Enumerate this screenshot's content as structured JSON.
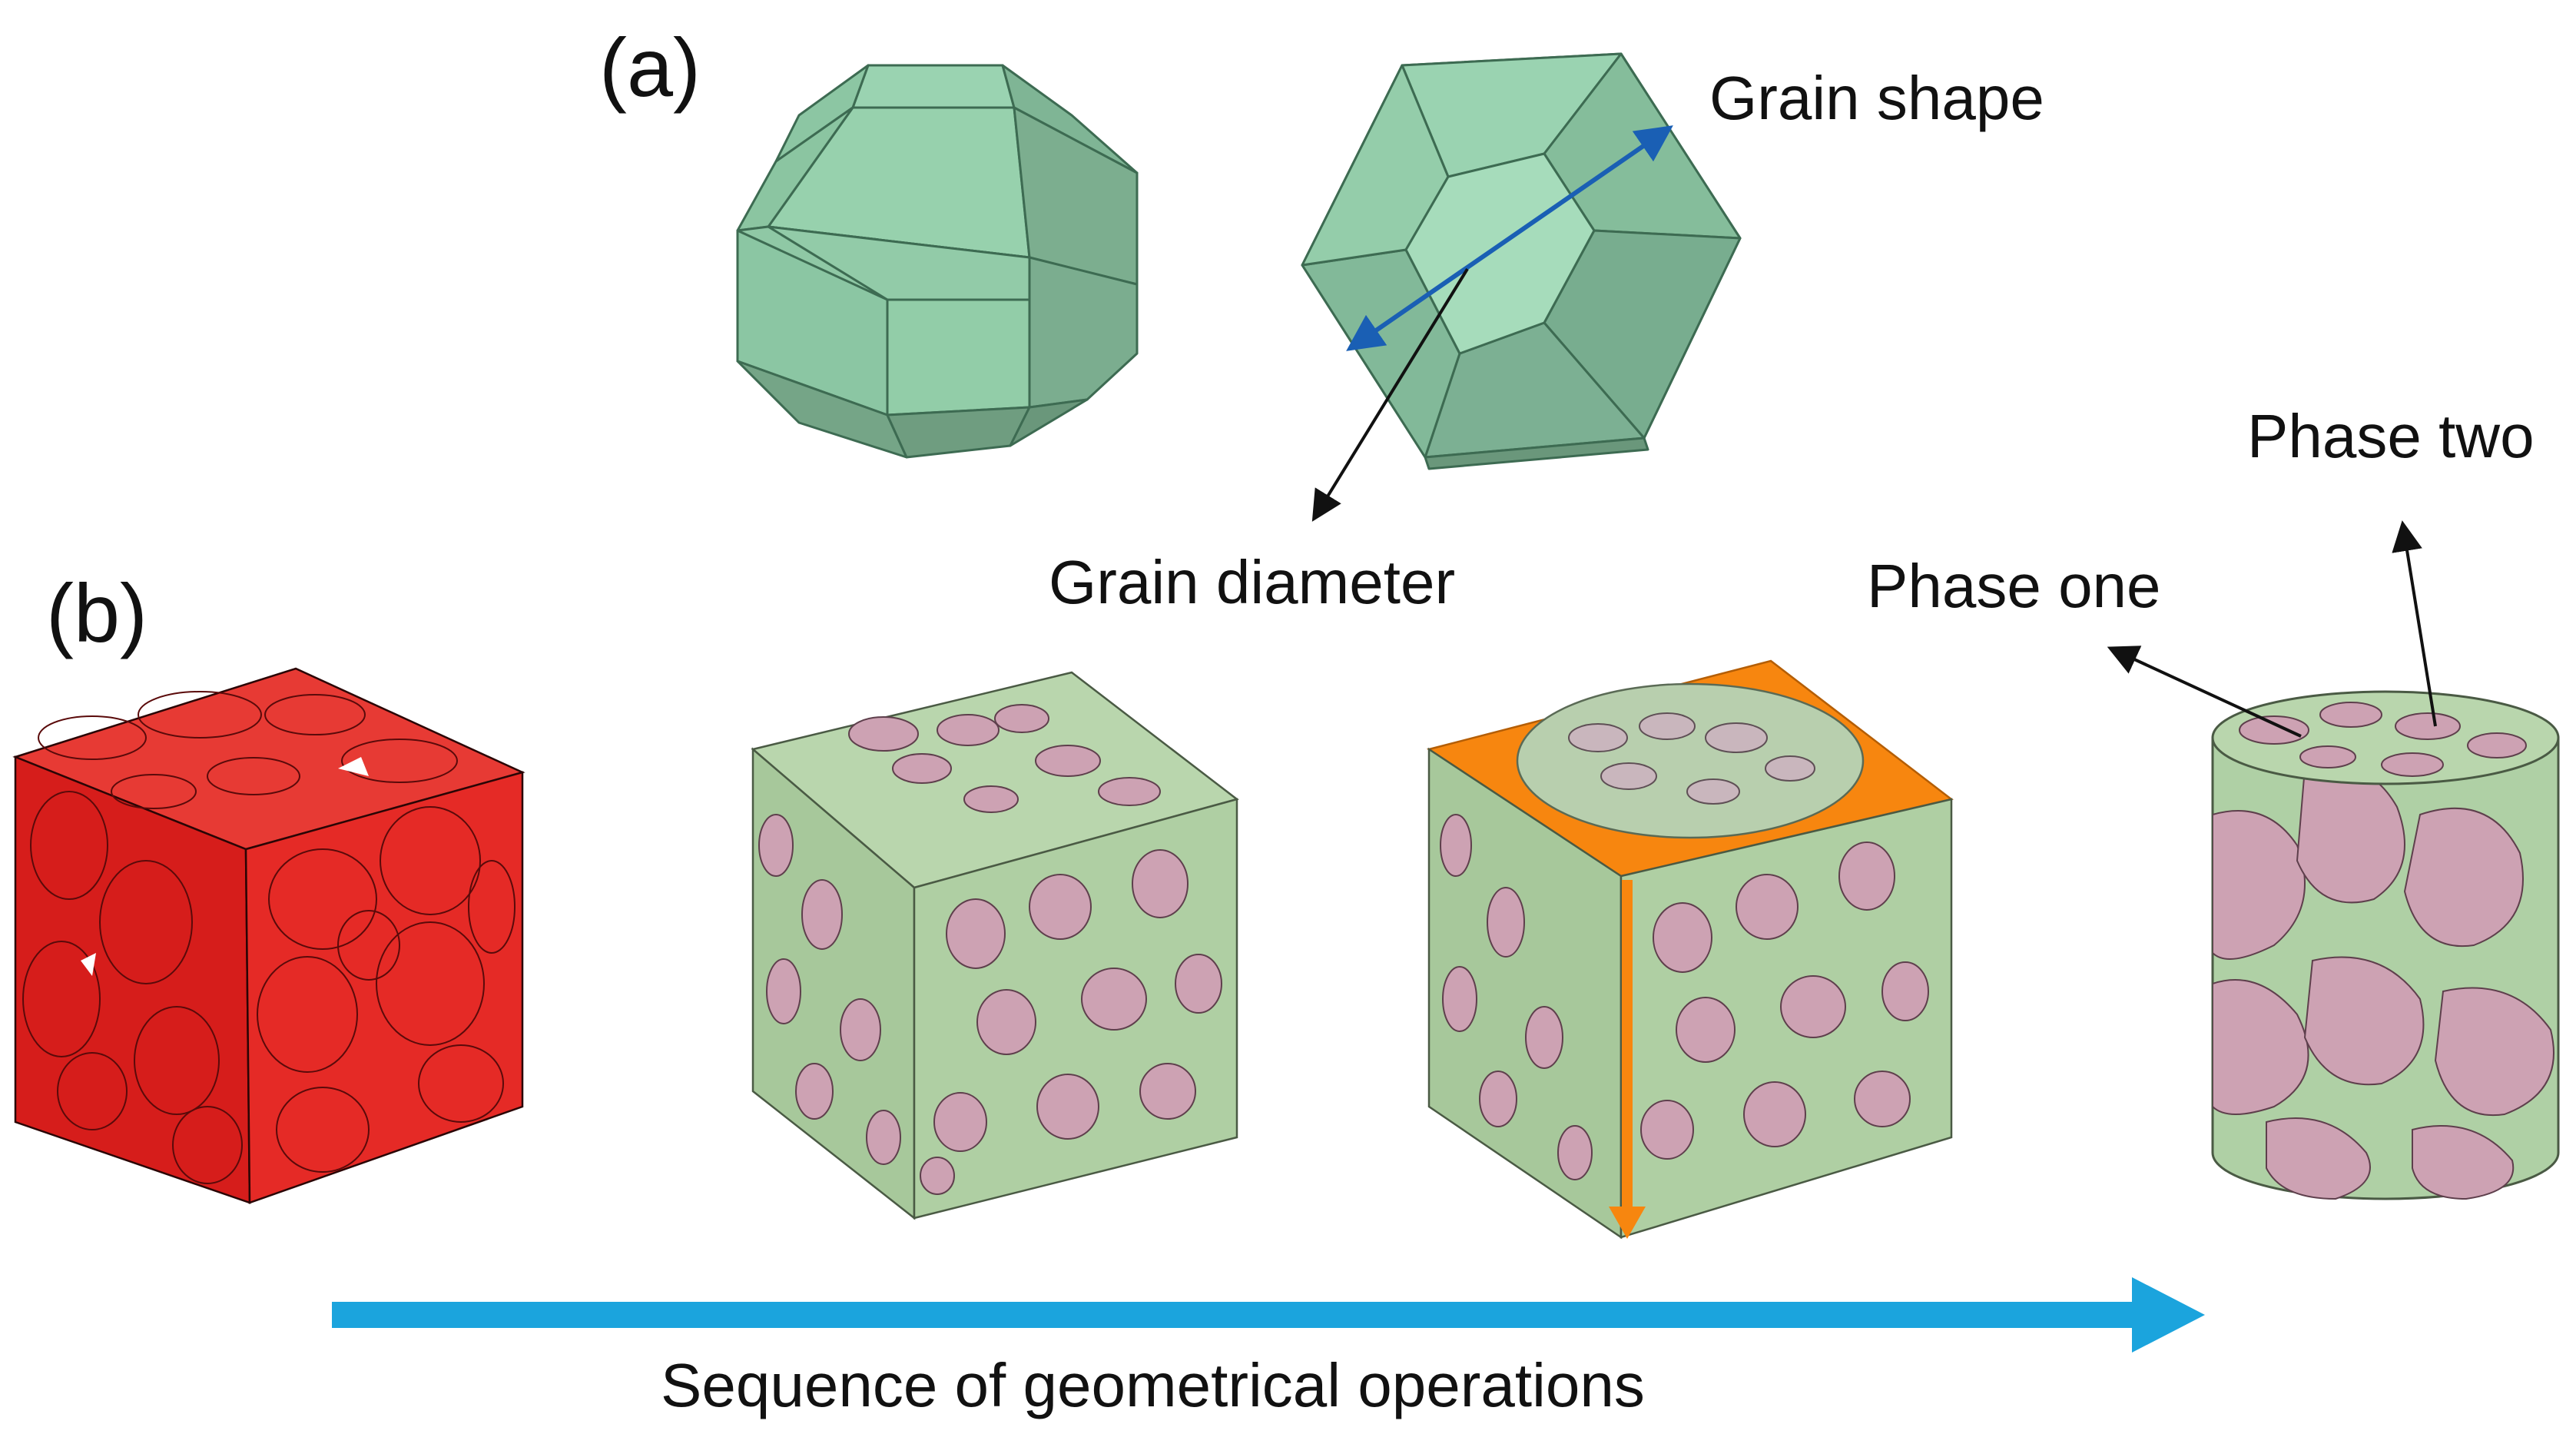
{
  "panels": {
    "a": "(a)",
    "b": "(b)"
  },
  "annotations": {
    "grain_shape": "Grain shape",
    "grain_diameter": "Grain diameter",
    "phase_one": "Phase one",
    "phase_two": "Phase two"
  },
  "caption": "Sequence of geometrical operations",
  "colors": {
    "grain_green": "#95cfaa",
    "phase_one_green": "#afd0a5",
    "phase_two_pink": "#cda2b3",
    "polycrystal_red": "#e0201e",
    "arrow_blue": "#1ba4dd",
    "arrow_orange": "#f7860f"
  }
}
